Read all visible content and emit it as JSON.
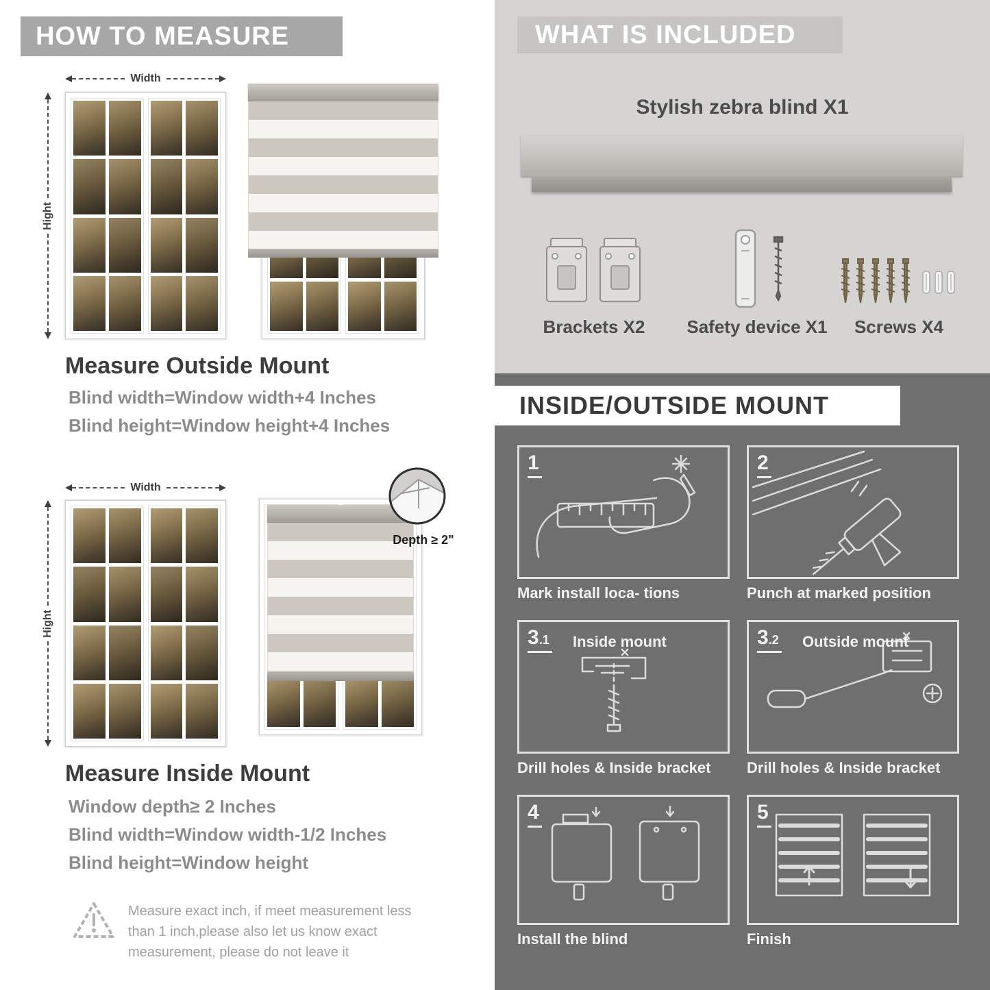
{
  "colors": {
    "banner_gray": "#a7a7a7",
    "included_bg": "#d5d4d2",
    "included_banner": "#c6c5c3",
    "dark_panel": "#6f6f6f",
    "stripe_tan": "#ccc8bf",
    "stripe_sheer": "#f6f4f0"
  },
  "left": {
    "header": "HOW TO MEASURE",
    "outside": {
      "width_label": "Width",
      "height_label": "Hight",
      "title": "Measure Outside Mount",
      "line1": "Blind width=Window width+4 Inches",
      "line2": "Blind height=Window height+4 Inches"
    },
    "inside": {
      "width_label": "Width",
      "height_label": "Hight",
      "depth_label": "Depth ≥ 2\"",
      "title": "Measure Inside Mount",
      "line1": "Window depth≥ 2 Inches",
      "line2": "Blind width=Window width-1/2 Inches",
      "line3": "Blind height=Window height"
    },
    "note": "Measure exact inch, if meet measurement less than 1 inch,please also let us know exact measurement, please do not leave it"
  },
  "right": {
    "included": {
      "header": "WHAT IS INCLUDED",
      "product": "Stylish zebra blind X1",
      "items": [
        {
          "label": "Brackets X2"
        },
        {
          "label": "Safety device X1"
        },
        {
          "label": "Screws X4"
        }
      ]
    },
    "mount": {
      "header": "INSIDE/OUTSIDE MOUNT",
      "steps": [
        {
          "num": "1",
          "sub": "",
          "label": "",
          "caption": "Mark install loca- tions"
        },
        {
          "num": "2",
          "sub": "",
          "label": "",
          "caption": "Punch at  marked position"
        },
        {
          "num": "3",
          "sub": ".1",
          "label": "Inside mount",
          "caption": "Drill holes &  Inside bracket"
        },
        {
          "num": "3",
          "sub": ".2",
          "label": "Outside mount",
          "caption": "Drill holes &  Inside bracket"
        },
        {
          "num": "4",
          "sub": "",
          "label": "",
          "caption": "Install the blind"
        },
        {
          "num": "5",
          "sub": "",
          "label": "",
          "caption": "Finish"
        }
      ]
    }
  }
}
